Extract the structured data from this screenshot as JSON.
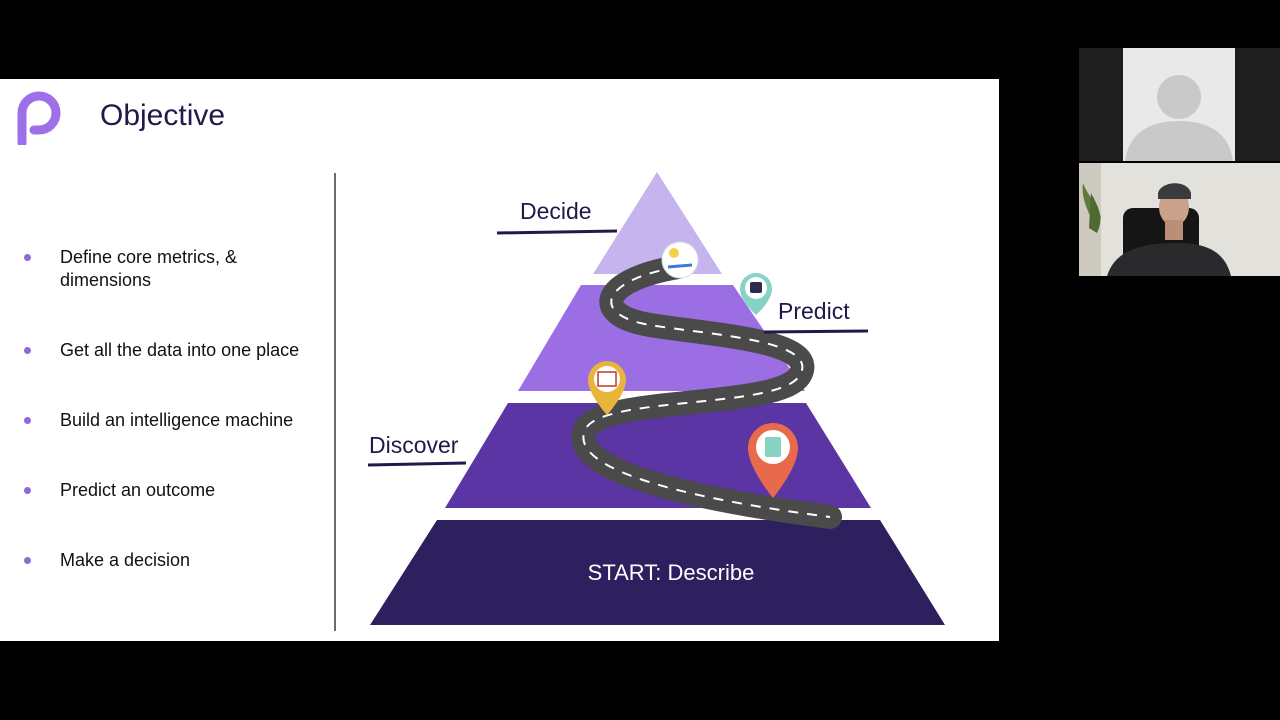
{
  "slide": {
    "title": "Objective",
    "bullets": [
      "Define core metrics, & dimensions",
      "Get all the data into one place",
      "Build an intelligence machine",
      "Predict an outcome",
      "Make a decision"
    ],
    "pyramid": {
      "tiers": [
        "Decide",
        "Predict",
        "Discover"
      ],
      "base": "START: Describe"
    },
    "colors": {
      "tier_top": "#c6b4ef",
      "tier_2": "#9b6ee3",
      "tier_3": "#5b35a4",
      "tier_base": "#2e1f5e",
      "accent": "#8e6ad6",
      "text_dark": "#1f1a4a"
    },
    "icons": [
      "logo-p-icon",
      "road-icon",
      "location-pin-icon",
      "lightbulb-icon",
      "robot-icon",
      "report-icon",
      "document-icon"
    ]
  },
  "video": {
    "tiles": [
      "participant-placeholder",
      "presenter-video"
    ]
  }
}
